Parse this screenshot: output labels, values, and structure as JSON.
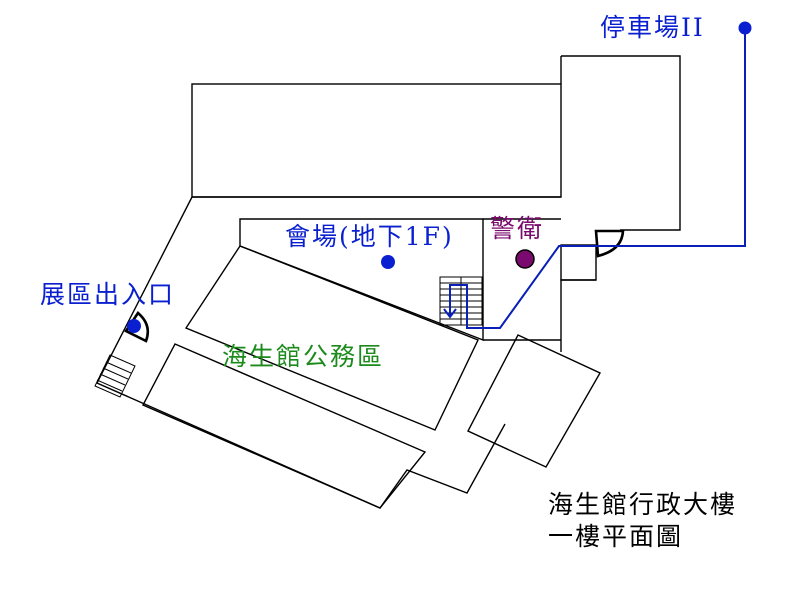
{
  "title": {
    "line1": "海生館行政大樓",
    "line2": "一樓平面圖"
  },
  "labels": {
    "parking": "停車場II",
    "venue": "會場(地下1F)",
    "guard": "警衛",
    "exhibit_entrance": "展區出入口",
    "office_area": "海生館公務區"
  },
  "colors": {
    "route": "#0a1fb8",
    "marker_blue": "#0a1fd0",
    "guard": "#7a0a6e",
    "office_text": "#1c8a1c",
    "walls": "#000000",
    "title_text": "#000000"
  },
  "markers": [
    {
      "name": "parking-marker",
      "meaning": "停車場II"
    },
    {
      "name": "venue-marker",
      "meaning": "會場(地下1F)"
    },
    {
      "name": "guard-marker",
      "meaning": "警衛"
    },
    {
      "name": "exhibit-entrance-marker",
      "meaning": "展區出入口"
    }
  ]
}
